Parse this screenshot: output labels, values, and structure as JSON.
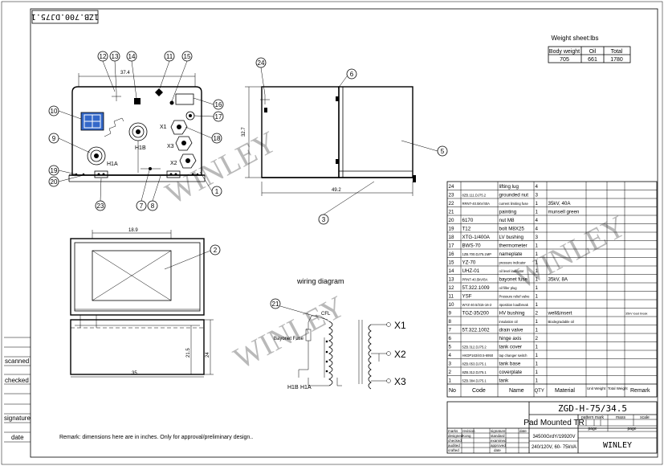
{
  "drawing_number": "1ZB.700.DJ75.1",
  "dimensions": {
    "front_width": "37.4",
    "side_height": "32.7",
    "side_width": "49.2",
    "top_width": "18.9",
    "base_width": "35",
    "base_height_1": "21.5",
    "base_height_2": "24"
  },
  "front_labels": {
    "x1": "X1",
    "x2": "X2",
    "x3": "X3",
    "h1a": "H1A",
    "h1b": "H1B"
  },
  "weight_sheet": {
    "title": "Weight sheet:lbs",
    "headers": [
      "Body weight",
      "Oil",
      "Total"
    ],
    "values": [
      "705",
      "661",
      "1780"
    ]
  },
  "wiring": {
    "title": "wiring diagram",
    "cfl": "CFL",
    "fuse": "Bayonet Fuse",
    "h1b": "H1B",
    "h1a": "H1A",
    "x1": "X1",
    "x2": "X2",
    "x3": "X3"
  },
  "watermark": "WINLEY",
  "left_block": {
    "scanned": "scanned",
    "checked": "checked",
    "signature": "signature",
    "date": "date"
  },
  "remark": "Remark: dimensions here are in inches. Only for approval/preliminary design..",
  "parts": [
    {
      "no": "24",
      "code": "",
      "name": "lifting lug",
      "qty": "4",
      "material": "",
      "remark": ""
    },
    {
      "no": "23",
      "code": "8ZB.111.DJ75.2",
      "name": "grounded nut",
      "qty": "3",
      "material": "",
      "remark": ""
    },
    {
      "no": "22",
      "code": "RRNT-40.5kV/40A",
      "name": "current limiting fuse",
      "qty": "1",
      "material": "35kV, 40A",
      "remark": ""
    },
    {
      "no": "21",
      "code": "",
      "name": "painting",
      "qty": "1",
      "material": "munsell green",
      "remark": ""
    },
    {
      "no": "20",
      "code": "6170",
      "name": "nut M8",
      "qty": "4",
      "material": "",
      "remark": ""
    },
    {
      "no": "19",
      "code": "T12",
      "name": "bolt M8X25",
      "qty": "4",
      "material": "",
      "remark": ""
    },
    {
      "no": "18",
      "code": "XTG-1/400A",
      "name": "LV bushing",
      "qty": "3",
      "material": "",
      "remark": ""
    },
    {
      "no": "17",
      "code": "BWS-70",
      "name": "thermometer",
      "qty": "1",
      "material": "",
      "remark": ""
    },
    {
      "no": "16",
      "code": "1ZB.700.DJ75.1MP",
      "name": "nameplate",
      "qty": "1",
      "material": "",
      "remark": ""
    },
    {
      "no": "15",
      "code": "YZ-70",
      "name": "pressure indicator",
      "qty": "1",
      "material": "",
      "remark": ""
    },
    {
      "no": "14",
      "code": "UHZ-01",
      "name": "oil level indicator",
      "qty": "1",
      "material": "",
      "remark": ""
    },
    {
      "no": "13",
      "code": "PRNT-40.5kV/8A",
      "name": "bayonet fuse",
      "qty": "1",
      "material": "35kV, 8A",
      "remark": ""
    },
    {
      "no": "12",
      "code": "5T.322.1009",
      "name": "oil filler plug",
      "qty": "1",
      "material": "",
      "remark": ""
    },
    {
      "no": "11",
      "code": "YSF",
      "name": "Pressure relief valve",
      "qty": "1",
      "material": "",
      "remark": ""
    },
    {
      "no": "10",
      "code": "WYZ-40.5/315-16-2",
      "name": "4position loadbreak",
      "qty": "1",
      "material": "",
      "remark": ""
    },
    {
      "no": "9",
      "code": "TGZ-35/200",
      "name": "HV bushing",
      "qty": "2",
      "material": "well&insert",
      "remark": "35kV load break"
    },
    {
      "no": "8",
      "code": "",
      "name": "insulation oil",
      "qty": "1",
      "material": "Biodegradable oil",
      "remark": ""
    },
    {
      "no": "7",
      "code": "5T.322.1002",
      "name": "drain valve",
      "qty": "1",
      "material": "",
      "remark": ""
    },
    {
      "no": "6",
      "code": "",
      "name": "hinge axis",
      "qty": "2",
      "material": "",
      "remark": ""
    },
    {
      "no": "5",
      "code": "5ZB.312.DJ75.2",
      "name": "tank cover",
      "qty": "1",
      "material": "",
      "remark": ""
    },
    {
      "no": "4",
      "code": "HKDP163/40.5-6950",
      "name": "tap changer switch",
      "qty": "1",
      "material": "",
      "remark": ""
    },
    {
      "no": "3",
      "code": "8ZB.053.DJ75.1",
      "name": "tank base",
      "qty": "1",
      "material": "",
      "remark": ""
    },
    {
      "no": "2",
      "code": "8ZB.312.DJ75.1",
      "name": "coverplate",
      "qty": "1",
      "material": "",
      "remark": ""
    },
    {
      "no": "1",
      "code": "5ZB.384.DJ75.1",
      "name": "tank",
      "qty": "1",
      "material": "",
      "remark": ""
    }
  ],
  "parts_header": {
    "no": "No",
    "code": "Code",
    "name": "Name",
    "qty": "QTY",
    "material": "Material",
    "unit": "Unit Weight",
    "total": "Total Weight",
    "remark": "Remark"
  },
  "title_block": {
    "model": "ZGD-H-75/34.5",
    "product": "Pad Mounted TR",
    "voltage": "34500GrdY/19920V",
    "rating": "240/120V, 60- 75kVA",
    "company": "WINLEY",
    "h_marks": "marks",
    "h_revision": "revision",
    "h_signature": "signature",
    "h_date": "date",
    "h_designed": "designed",
    "h_checked": "checked",
    "h_audited": "audited",
    "h_crafted": "crafted",
    "h_pattern_mark": "pattern mark",
    "h_mass": "mass",
    "h_scale": "scale",
    "h_page": "page",
    "h_page2": "page",
    "designer": "Kong",
    "r_standard": "standard",
    "r_examined": "examined",
    "r_approved": "approved",
    "r_date": "date"
  }
}
